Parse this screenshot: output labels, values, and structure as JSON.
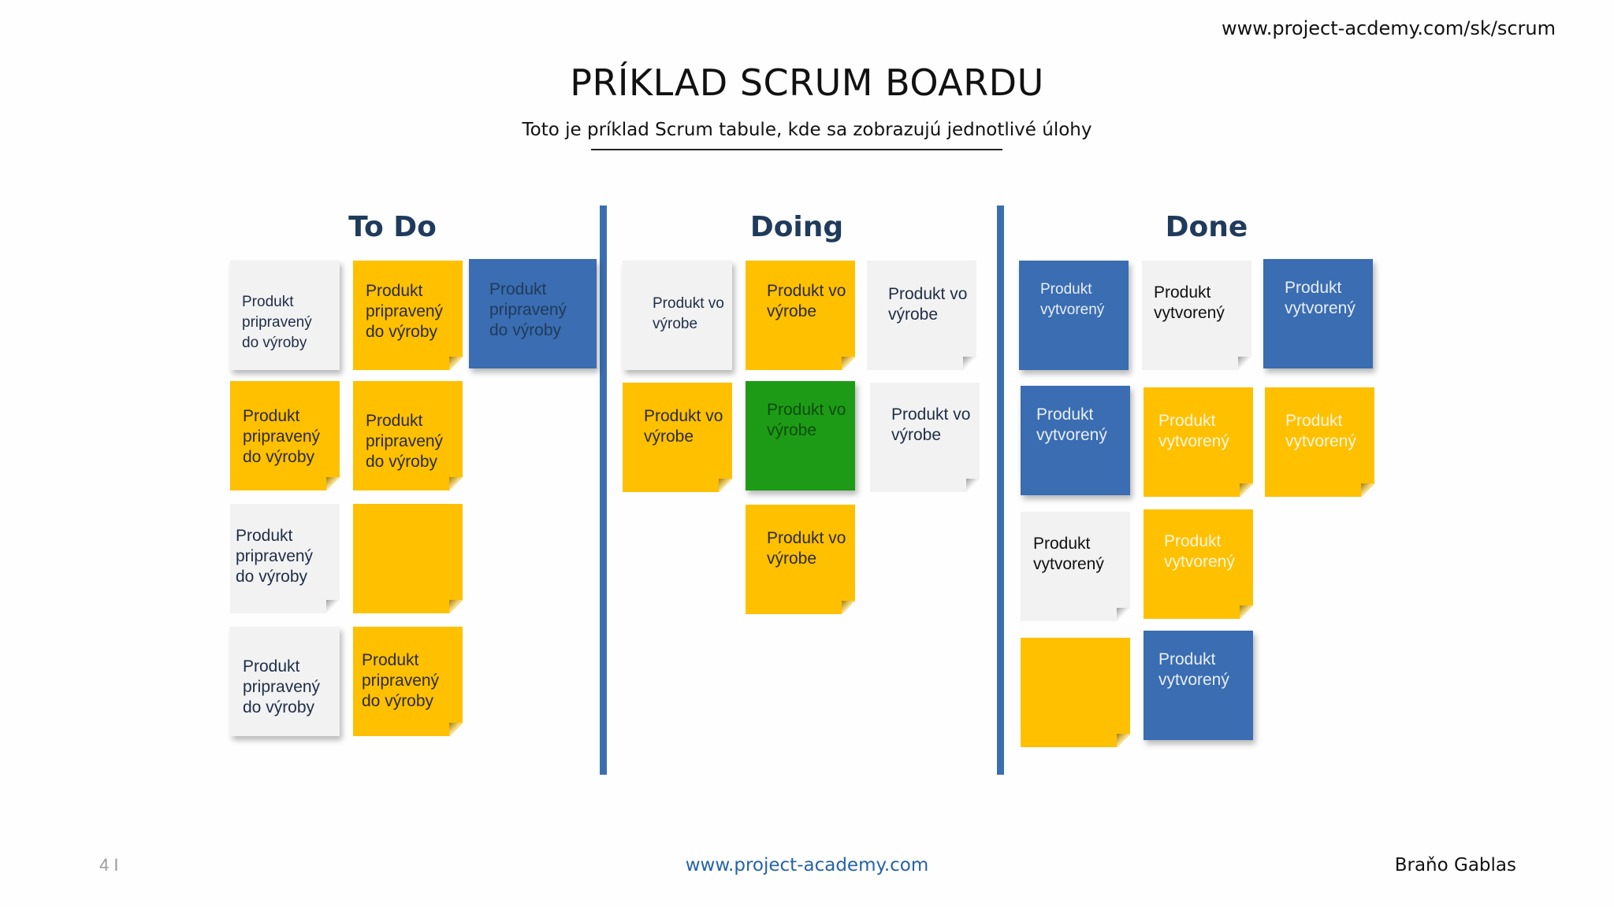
{
  "header": {
    "url": "www.project-acdemy.com/sk/scrum",
    "title": "PRÍKLAD SCRUM BOARDU",
    "subtitle": "Toto je príklad Scrum tabule, kde sa zobrazujú jednotlivé úlohy"
  },
  "columns": {
    "todo": "To Do",
    "doing": "Doing",
    "done": "Done"
  },
  "colors": {
    "yellow": "#ffc000",
    "white": "#f2f2f2",
    "blue": "#3a6db1",
    "green": "#1e9b16",
    "divider": "#3b6eb0"
  },
  "notes": {
    "todo": [
      "Produkt pripravený do výroby",
      "Produkt pripravený do výroby",
      "Produkt pripravený do výroby",
      "Produkt pripravený do výroby",
      "Produkt pripravený do výroby",
      "Produkt pripravený do výroby",
      "",
      "Produkt pripravený do výroby",
      "Produkt pripravený do výroby"
    ],
    "doing": [
      "Produkt vo výrobe",
      "Produkt vo výrobe",
      "Produkt vo výrobe",
      "Produkt vo výrobe",
      "Produkt vo výrobe",
      "Produkt vo výrobe",
      "Produkt vo výrobe"
    ],
    "done": [
      "Produkt vytvorený",
      "Produkt vytvorený",
      "Produkt vytvorený",
      "Produkt vytvorený",
      "Produkt vytvorený",
      "Produkt vytvorený",
      "Produkt vytvorený",
      "Produkt vytvorený",
      "",
      "Produkt vytvorený"
    ]
  },
  "footer": {
    "page": "4 I",
    "url": "www.project-academy.com",
    "author": "Braňo Gablas"
  }
}
